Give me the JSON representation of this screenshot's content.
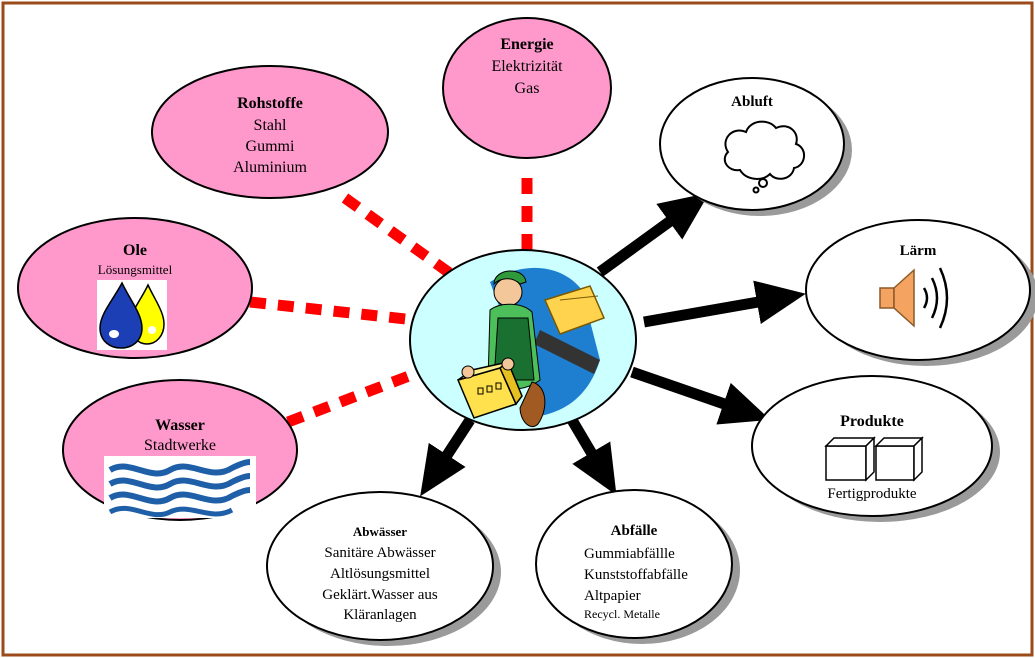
{
  "inputs": {
    "energie": {
      "title": "Energie",
      "lines": [
        "Elektrizität",
        "Gas"
      ]
    },
    "rohstoffe": {
      "title": "Rohstoffe",
      "lines": [
        "Stahl",
        "Gummi",
        "Aluminium"
      ]
    },
    "ole": {
      "title": "Ole",
      "lines": [
        "Lösungsmittel"
      ]
    },
    "wasser": {
      "title": "Wasser",
      "lines": [
        "Stadtwerke"
      ]
    }
  },
  "outputs": {
    "abluft": {
      "title": "Abluft"
    },
    "laerm": {
      "title": "Lärm"
    },
    "produkte": {
      "title": "Produkte",
      "lines": [
        "Fertigprodukte"
      ]
    },
    "abwaesser": {
      "title": "Abwässer",
      "lines": [
        "Sanitäre Abwässer",
        "Altlösungsmittel",
        "Geklärt.Wasser aus",
        "Kläranlagen"
      ]
    },
    "abfaelle": {
      "title": "Abfälle",
      "lines": [
        "Gummiabfällle",
        "Kunststoffabfälle",
        "Altpapier",
        "Recycl. Metalle"
      ]
    }
  },
  "colors": {
    "frame": "#9b4a1a",
    "input_fill": "#ff99cc",
    "center_fill": "#ccffff",
    "output_fill": "#ffffff",
    "shadow": "#9a9a9a",
    "dashed_link": "#ff0000",
    "arrow": "#000000",
    "water_blue": "#1f5fa8"
  },
  "icons": {
    "center": "worker-with-boxes-icon",
    "ole": "oil-drops-icon",
    "wasser": "water-waves-icon",
    "abluft": "cloud-icon",
    "laerm": "speaker-icon",
    "produkte": "boxes-icon"
  }
}
